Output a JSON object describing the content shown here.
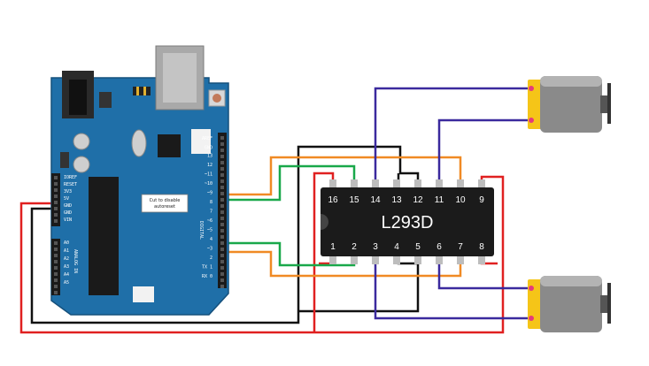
{
  "ic": {
    "label": "L293D",
    "top_pins": [
      "16",
      "15",
      "14",
      "13",
      "12",
      "11",
      "10",
      "9"
    ],
    "bottom_pins": [
      "1",
      "2",
      "3",
      "4",
      "5",
      "6",
      "7",
      "8"
    ]
  },
  "board": {
    "note_line1": "Cut to disable",
    "note_line2": "autoreset",
    "labels": [
      "AREF",
      "GND",
      "13",
      "12",
      "~11",
      "~10",
      "~9",
      "8",
      "7",
      "~6",
      "~5",
      "4",
      "~3",
      "2",
      "TX 1",
      "RX 0",
      "DIGITAL",
      "IOREF",
      "RESET",
      "3V3",
      "5V",
      "GND",
      "GND",
      "VIN",
      "ANALOG IN",
      "A0",
      "A1",
      "A2",
      "A3",
      "A4",
      "A5"
    ]
  },
  "colors": {
    "board": "#1f6fa8",
    "ic_body": "#1b1b1b",
    "wire_black": "#111111",
    "wire_red": "#e02020",
    "wire_orange": "#f08a24",
    "wire_green": "#19a84a",
    "wire_purple": "#3b2a9e",
    "motor_body": "#8a8a8a",
    "motor_cap": "#f5c518"
  }
}
